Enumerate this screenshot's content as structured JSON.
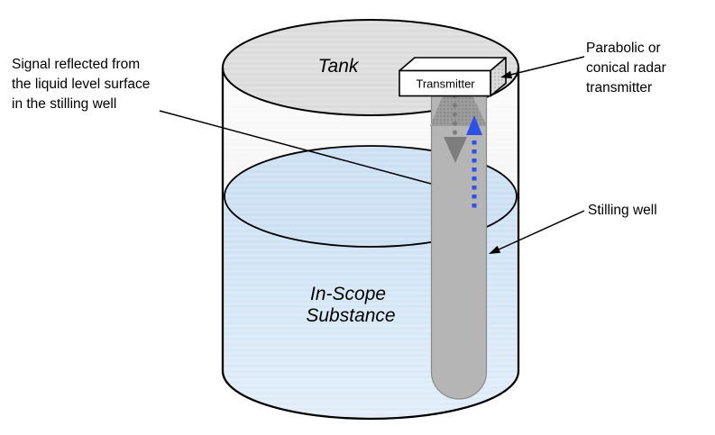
{
  "diagram": {
    "labels": {
      "tank": "Tank",
      "transmitter": "Transmitter",
      "signal_line1": "Signal reflected from",
      "signal_line2": "the liquid level surface",
      "signal_line3": "in the stilling well",
      "parabolic_line1": "Parabolic or",
      "parabolic_line2": "conical radar",
      "parabolic_line3": "transmitter",
      "stilling_well": "Stilling well",
      "substance_line1": "In-Scope",
      "substance_line2": "Substance"
    },
    "colors": {
      "tank_wall": "#eeeeee",
      "tank_top": "#dcdcdc",
      "liquid": "#cfe3f5",
      "liquid_surface": "#cbe0f3",
      "well": "#b5b5b5",
      "cone": "#9c9c9c",
      "signal_down": "#7d7d7d",
      "signal_up": "#2b52e4",
      "box_face": "#ffffff",
      "box_side": "#d9d9d9",
      "outline": "#000000"
    }
  }
}
